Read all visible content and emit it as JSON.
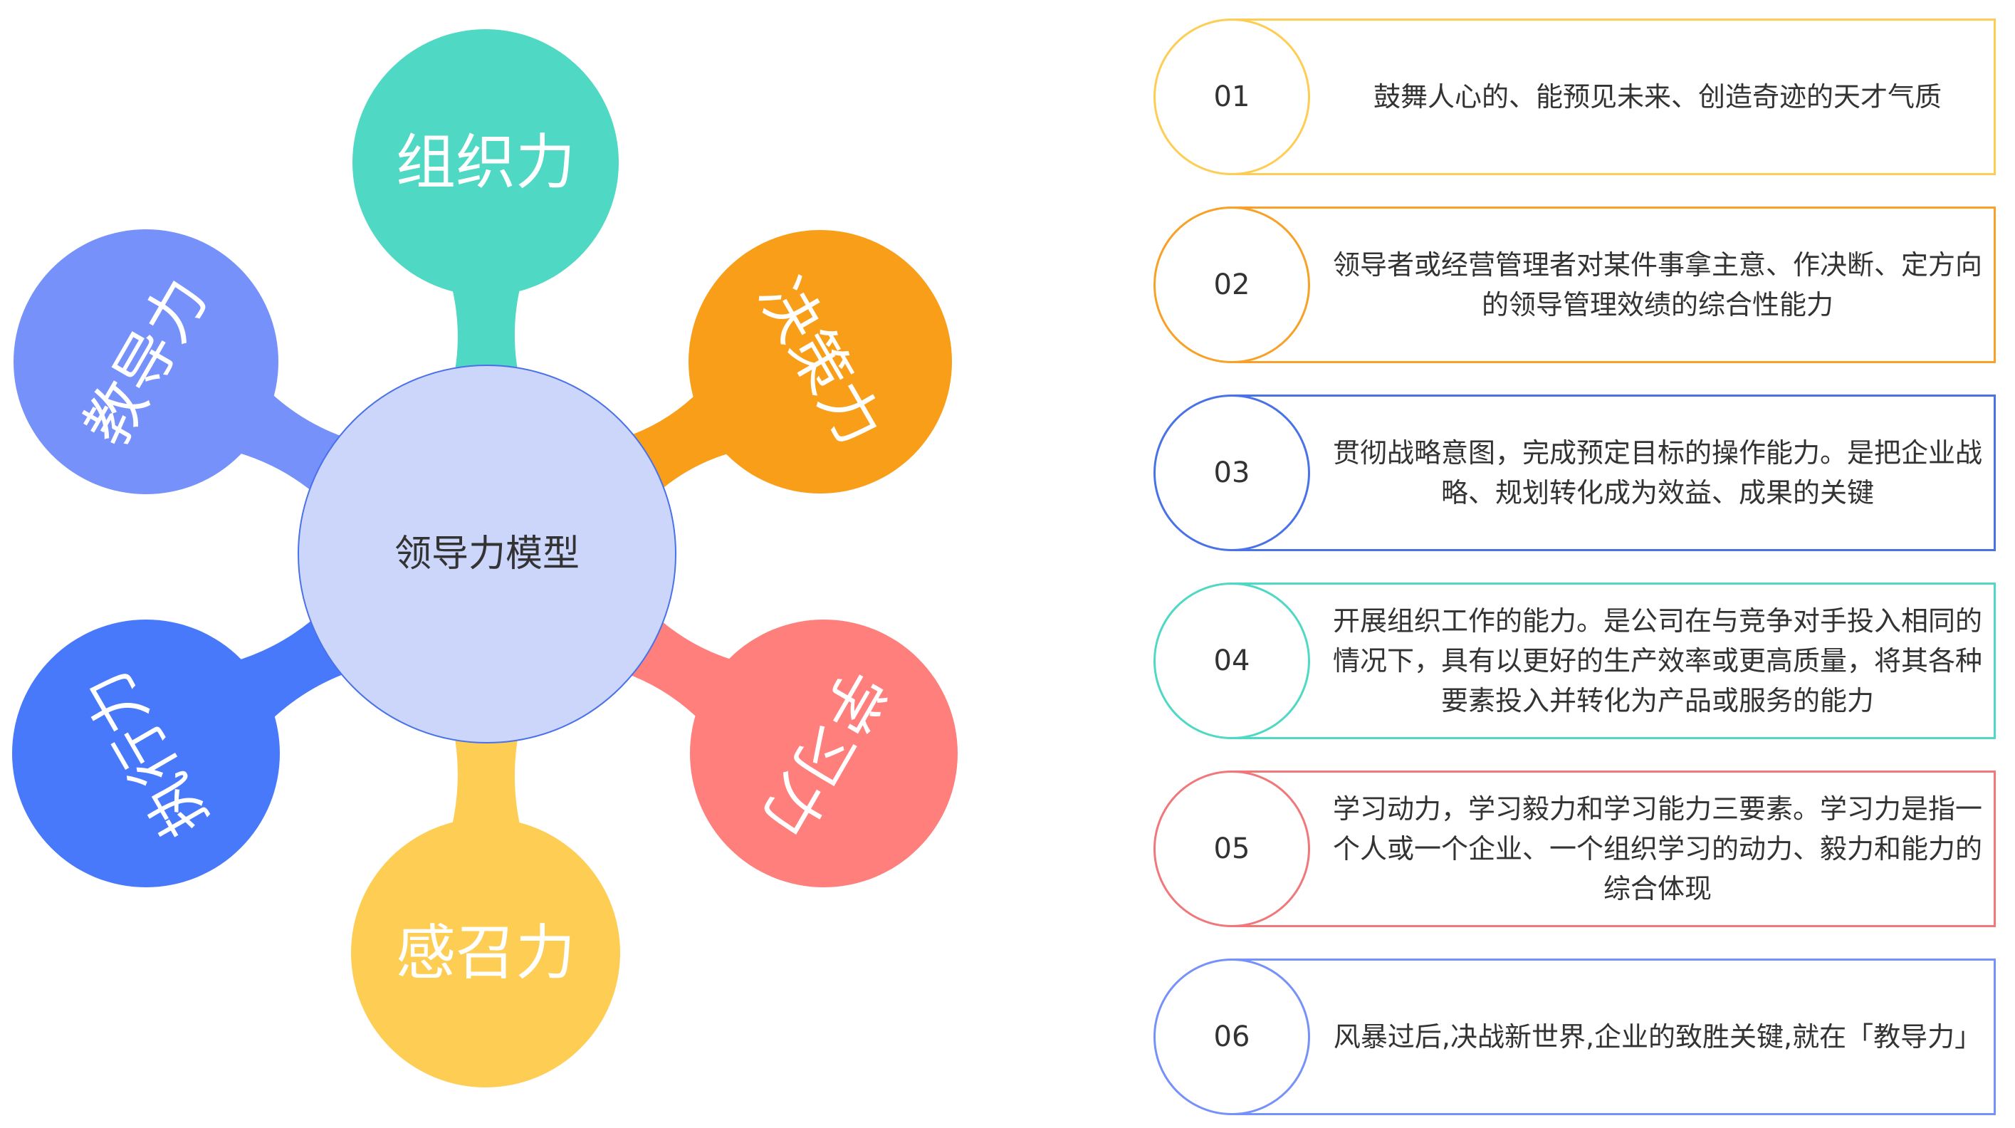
{
  "center": {
    "label": "领导力模型",
    "fill": "#ccd6fb",
    "stroke": "#4a72e8"
  },
  "petals": [
    {
      "id": "organize",
      "label": "组织力",
      "color": "#4fd8c4"
    },
    {
      "id": "decide",
      "label": "决策力",
      "color": "#f99e18"
    },
    {
      "id": "learn",
      "label": "学习力",
      "color": "#ff7f7c"
    },
    {
      "id": "inspire",
      "label": "感召力",
      "color": "#fdcd54"
    },
    {
      "id": "execute",
      "label": "执行力",
      "color": "#4879fa"
    },
    {
      "id": "teach",
      "label": "教导力",
      "color": "#7691fa"
    }
  ],
  "cards": [
    {
      "num": "01",
      "color": "#fdcd54",
      "text": "鼓舞人心的、能预见未来、创造奇迹的天才气质"
    },
    {
      "num": "02",
      "color": "#f7a128",
      "text": "领导者或经营管理者对某件事拿主意、作决断、定方向的领导管理效绩的综合性能力"
    },
    {
      "num": "03",
      "color": "#4a72e8",
      "text": "贯彻战略意图，完成预定目标的操作能力。是把企业战略、规划转化成为效益、成果的关键"
    },
    {
      "num": "04",
      "color": "#4fd8c4",
      "text": "开展组织工作的能力。是公司在与竞争对手投入相同的情况下，具有以更好的生产效率或更高质量，将其各种要素投入并转化为产品或服务的能力"
    },
    {
      "num": "05",
      "color": "#f0777a",
      "text": "学习动力，学习毅力和学习能力三要素。学习力是指一个人或一个企业、一个组织学习的动力、毅力和能力的综合体现"
    },
    {
      "num": "06",
      "color": "#7691fa",
      "text": "风暴过后,决战新世界,企业的致胜关键,就在「教导力」"
    }
  ]
}
